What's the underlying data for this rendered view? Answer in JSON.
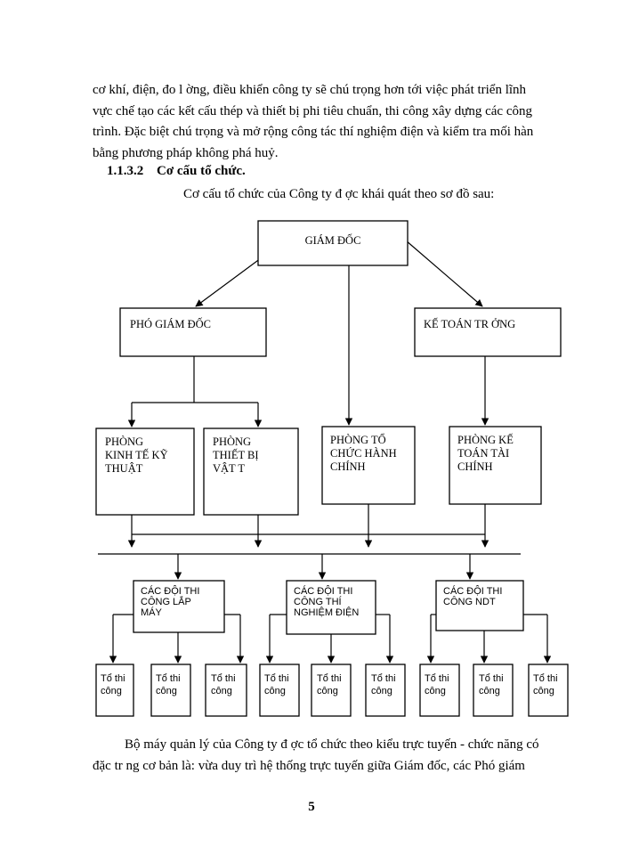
{
  "paragraph_top": {
    "lines": [
      "cơ khí, điện, đo l ờng, điều khiển công ty sẽ chú trọng hơn tới việc phát triển lĩnh",
      "vực chế tạo các kết cấu thép và thiết bị phi tiêu chuẩn, thi công xây dựng các công",
      "trình. Đặc biệt chú trọng và mở rộng công tác thí nghiệm điện và kiểm tra mối hàn",
      "bằng phương pháp không phá huỷ."
    ]
  },
  "section": {
    "number": "1.1.3.2",
    "title": "Cơ cấu tổ chức."
  },
  "intro": "Cơ cấu tổ chức của Công ty đ ợc khái quát theo sơ đồ sau:",
  "org_chart": {
    "director": "GIÁM ĐỐC",
    "vice_director": "PHÓ GIÁM ĐỐC",
    "chief_accountant": "KẾ TOÁN TR ỞNG",
    "departments": [
      [
        "PHÒNG",
        "KINH TẾ KỸ",
        "THUẬT"
      ],
      [
        "PHÒNG",
        "THIẾT BỊ",
        "VẬT T"
      ],
      [
        "PHÒNG TỔ",
        "CHỨC HÀNH",
        "CHÍNH"
      ],
      [
        "PHÒNG KẾ",
        "TOÁN TÀI",
        "CHÍNH"
      ]
    ],
    "teams": [
      [
        "CÁC ĐỘI THI",
        "CÔNG LẮP",
        "MÁY"
      ],
      [
        "CÁC ĐỘI THI",
        "CÔNG THÍ",
        "NGHIỆM ĐIỆN"
      ],
      [
        "CÁC ĐỘI THI",
        "CÔNG NDT"
      ]
    ],
    "crew_label": [
      "Tổ thi",
      "công"
    ]
  },
  "paragraph_bottom": {
    "lines": [
      "Bộ máy quản lý của Công ty đ ợc tổ chức theo kiểu trực tuyến - chức năng có",
      "đặc tr ng cơ bản là: vừa duy trì hệ thống trực tuyến giữa Giám đốc, các Phó giám"
    ]
  },
  "page_number": "5"
}
